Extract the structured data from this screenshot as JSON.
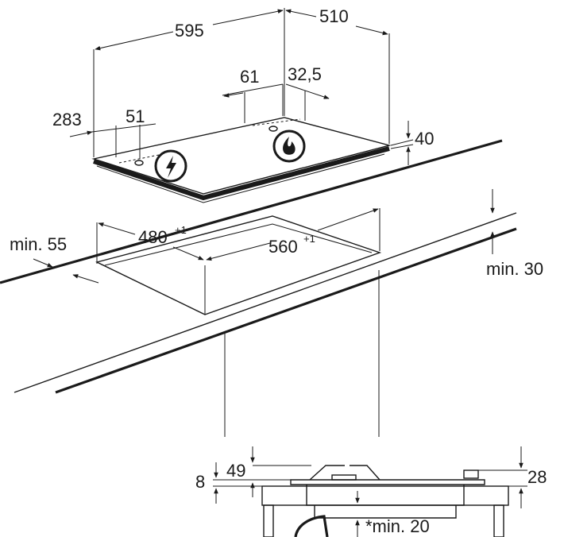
{
  "dimensions": {
    "width_595": "595",
    "depth_510": "510",
    "offset_61": "61",
    "offset_32_5": "32,5",
    "offset_283": "283",
    "offset_51": "51",
    "height_40": "40",
    "cutout_480": "480",
    "cutout_480_tol": "+1",
    "cutout_560": "560",
    "cutout_560_tol": "+1",
    "min_55": "min. 55",
    "min_30": "min. 30",
    "dim_49": "49",
    "dim_8": "8",
    "dim_28": "28",
    "min_20": "*min. 20"
  },
  "icons": {
    "electric": "lightning-bolt-icon",
    "gas": "flame-icon"
  },
  "colors": {
    "line": "#1a1a1a",
    "background": "#ffffff"
  }
}
